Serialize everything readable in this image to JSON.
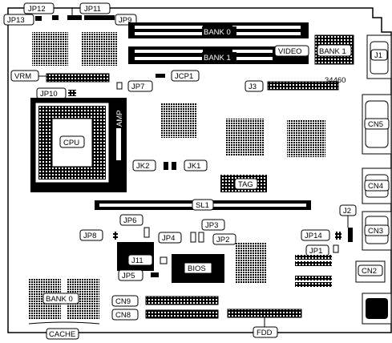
{
  "diagram": {
    "labels": {
      "jp12": "JP12",
      "jp11": "JP11",
      "jp13": "JP13",
      "jp9": "JP9",
      "bank0_top": "BANK 0",
      "bank1_top": "BANK 1",
      "video": "VIDEO",
      "bank1_right": "BANK 1",
      "j1": "J1",
      "number": "34460",
      "vrm": "VRM",
      "jcp1": "JCP1",
      "jp7": "JP7",
      "j3": "J3",
      "jp10": "JP10",
      "amp": "AMP",
      "cpu": "CPU",
      "cn5": "CN5",
      "jk2": "JK2",
      "jk1": "JK1",
      "tag": "TAG",
      "cn4": "CN4",
      "sl1": "SL1",
      "j2": "J2",
      "jp6": "JP6",
      "jp3": "JP3",
      "cn3": "CN3",
      "jp8": "JP8",
      "jp4": "JP4",
      "jp2": "JP2",
      "jp14": "JP14",
      "jp1": "JP1",
      "j11": "J11",
      "bios": "BIOS",
      "cn2": "CN2",
      "jp5": "JP5",
      "bank0_cache": "BANK 0",
      "cn9": "CN9",
      "cn8": "CN8",
      "cache": "CACHE",
      "fdd": "FDD"
    }
  }
}
